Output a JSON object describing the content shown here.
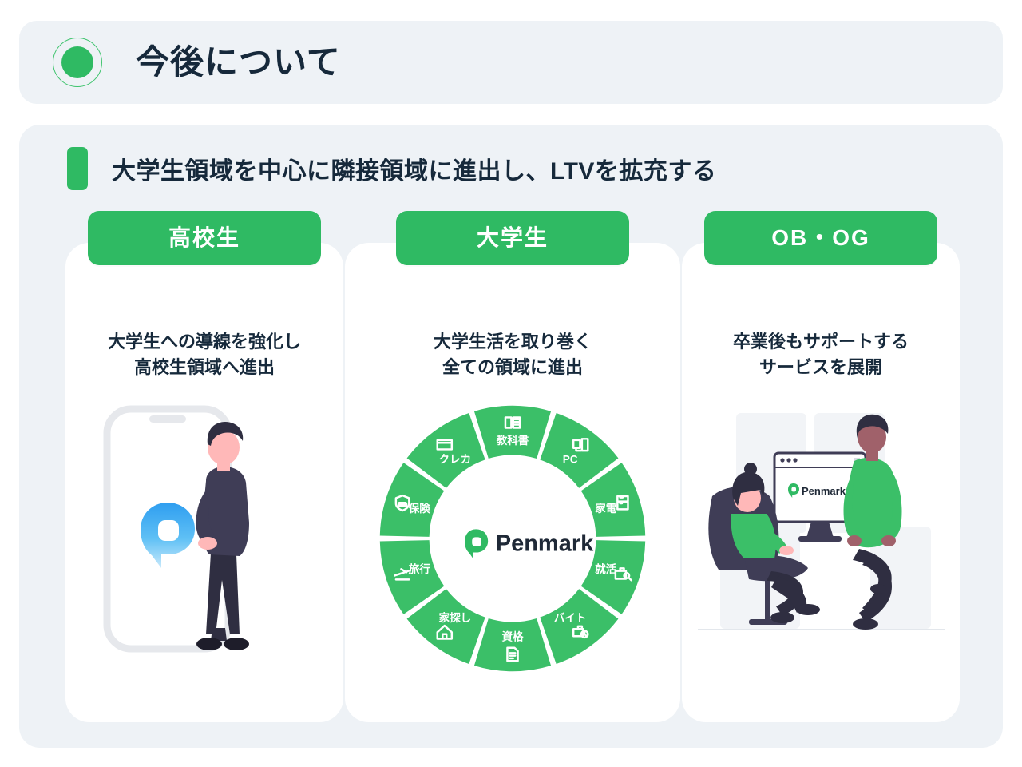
{
  "slide": {
    "background_color": "#ffffff",
    "panel_color": "#eef2f6",
    "accent_green": "#2fba63",
    "text_dark": "#16293b"
  },
  "header": {
    "title": "今後について",
    "bullet_icon": "filled-circle-icon"
  },
  "subtitle": {
    "text": "大学生領域を中心に隣接領域に進出し、LTVを拡充する",
    "accent_icon": "vertical-bar-accent"
  },
  "columns": [
    {
      "badge": "高校生",
      "description_line1": "大学生への導線を強化し",
      "description_line2": "高校生領域へ進出",
      "illustration": "smartphone-with-person-illustration"
    },
    {
      "badge": "大学生",
      "description_line1": "大学生活を取り巻く",
      "description_line2": "全ての領域に進出",
      "illustration": "penmark-ecosystem-donut-diagram"
    },
    {
      "badge": "OB・OG",
      "description_line1": "卒業後もサポートする",
      "description_line2": "サービスを展開",
      "illustration": "office-people-with-monitor-illustration"
    }
  ],
  "donut": {
    "center_logo_text": "Penmark",
    "center_logo_icon": "penmark-speech-bubble-icon",
    "segment_count": 10,
    "segments": [
      {
        "label": "教科書",
        "icon": "open-book-icon"
      },
      {
        "label": "PC",
        "icon": "desktop-computer-icon"
      },
      {
        "label": "家電",
        "icon": "refrigerator-icon"
      },
      {
        "label": "就活",
        "icon": "briefcase-search-icon"
      },
      {
        "label": "バイト",
        "icon": "briefcase-clock-icon"
      },
      {
        "label": "資格",
        "icon": "certificate-document-icon"
      },
      {
        "label": "家探し",
        "icon": "house-icon"
      },
      {
        "label": "旅行",
        "icon": "airplane-icon"
      },
      {
        "label": "保険",
        "icon": "shield-car-icon"
      },
      {
        "label": "クレカ",
        "icon": "credit-card-icon"
      }
    ]
  },
  "monitor": {
    "logo_text": "Penmark"
  }
}
